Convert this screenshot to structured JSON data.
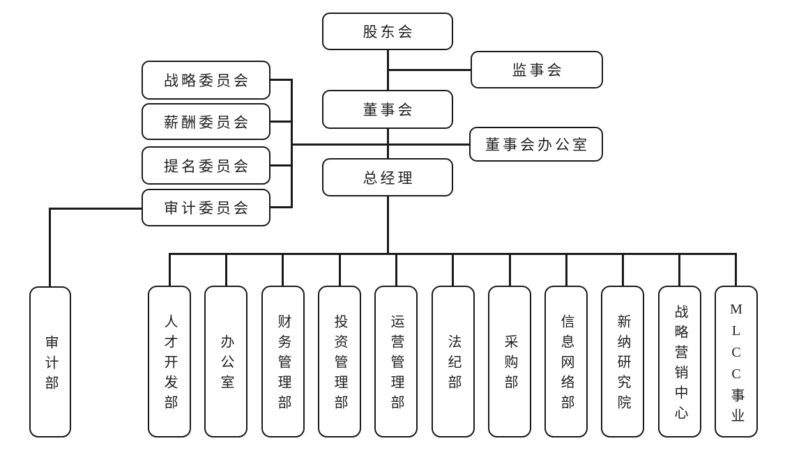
{
  "org_chart": {
    "type": "org-chart",
    "nodes": {
      "shareholders": "股东会",
      "supervisory_board": "监事会",
      "board": "董事会",
      "board_office": "董事会办公室",
      "general_manager": "总经理"
    },
    "committees": [
      "战略委员会",
      "薪酬委员会",
      "提名委员会",
      "审计委员会"
    ],
    "audit_department": "审计部",
    "departments": [
      "人才开发部",
      "办公室",
      "财务管理部",
      "投资管理部",
      "运营管理部",
      "法纪部",
      "采购部",
      "信息网络部",
      "新纳研究院",
      "战略营销中心",
      "MLCC事业"
    ],
    "colors": {
      "line": "#1a1a1a",
      "box_border": "#1a1a1a",
      "background": "#ffffff",
      "text": "#1f1f1f"
    }
  }
}
